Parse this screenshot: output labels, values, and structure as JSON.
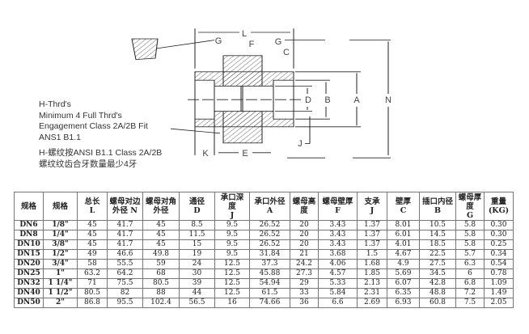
{
  "diagram": {
    "labels": {
      "L": "L",
      "G": "G",
      "F": "F",
      "C": "C",
      "D": "D",
      "B": "B",
      "A": "A",
      "N": "N",
      "J": "J",
      "K": "K",
      "E": "E"
    },
    "notes_en": [
      "H-Thrd's",
      "Minimum 4 Full Thrd's",
      "Engagement Class 2A/2B Fit",
      "ANS1 B1.1"
    ],
    "notes_cn": [
      "H-螺纹按ANSI B1.1 Class 2A/2B",
      "螺纹纹齿合牙数量最少4牙"
    ]
  },
  "table": {
    "headers": [
      [
        "规格"
      ],
      [
        "规格"
      ],
      [
        "总长",
        "L"
      ],
      [
        "螺母对边",
        "外径 N"
      ],
      [
        "螺母对角",
        "外径"
      ],
      [
        "通径",
        "D"
      ],
      [
        "承口深",
        "度",
        "J"
      ],
      [
        "承口外径",
        "A"
      ],
      [
        "螺母高",
        "度"
      ],
      [
        "螺母壁厚",
        "F"
      ],
      [
        "支承",
        "J"
      ],
      [
        "壁厚",
        "C"
      ],
      [
        "插口内径",
        "B"
      ],
      [
        "螺母厚",
        "度",
        "G"
      ],
      [
        "重量",
        "(KG)"
      ]
    ],
    "rows": [
      [
        "DN6",
        "1/8\"",
        "45",
        "41.7",
        "45",
        "8.5",
        "9.5",
        "26.52",
        "20",
        "3.43",
        "1.37",
        "8.01",
        "10.5",
        "5.8",
        "0.30"
      ],
      [
        "DN8",
        "1/4\"",
        "45",
        "41.7",
        "45",
        "11.5",
        "9.5",
        "26.52",
        "20",
        "3.43",
        "1.37",
        "6.01",
        "14.5",
        "5.8",
        "0.30"
      ],
      [
        "DN10",
        "3/8\"",
        "45",
        "41.7",
        "45",
        "15",
        "9.5",
        "26.52",
        "20",
        "3.43",
        "1.37",
        "4.01",
        "18.5",
        "5.8",
        "0.25"
      ],
      [
        "DN15",
        "1/2\"",
        "49",
        "46.6",
        "49.8",
        "19",
        "9.5",
        "31.84",
        "21",
        "3.68",
        "1.5",
        "4.67",
        "22.5",
        "5.7",
        "0.34"
      ],
      [
        "DN20",
        "3/4\"",
        "58",
        "55.5",
        "59",
        "24",
        "12.5",
        "37.3",
        "24.2",
        "4.06",
        "1.68",
        "4.9",
        "27.5",
        "6.3",
        "0.54"
      ],
      [
        "DN25",
        "1\"",
        "63.2",
        "64.2",
        "68",
        "30",
        "12.5",
        "45.88",
        "27.3",
        "4.57",
        "1.85",
        "5.69",
        "34.5",
        "6",
        "0.78"
      ],
      [
        "DN32",
        "1 1/4\"",
        "71",
        "75.5",
        "80.5",
        "39",
        "12.5",
        "54.94",
        "29",
        "5.33",
        "2.13",
        "6.07",
        "42.8",
        "6.8",
        "1.09"
      ],
      [
        "DN40",
        "1 1/2\"",
        "80.5",
        "82",
        "88",
        "44",
        "12.5",
        "61.5",
        "33",
        "5.84",
        "2.31",
        "6.35",
        "48.8",
        "7.2",
        "1.49"
      ],
      [
        "DN50",
        "2\"",
        "86.8",
        "95.5",
        "102.4",
        "56.5",
        "16",
        "74.66",
        "36",
        "6.6",
        "2.69",
        "6.93",
        "60.8",
        "7.5",
        "2.05"
      ]
    ]
  }
}
